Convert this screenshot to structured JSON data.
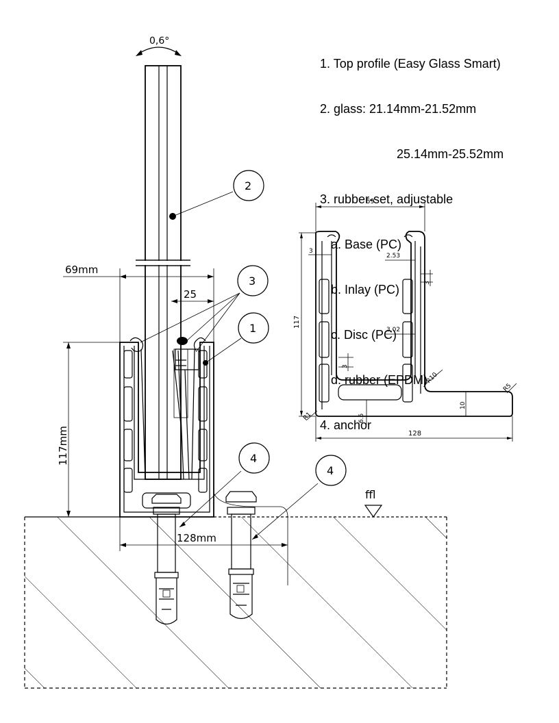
{
  "legend": {
    "items": [
      "1. Top profile (Easy Glass Smart)",
      "2. glass: 21.14mm-21.52mm",
      "25.14mm-25.52mm",
      "3. rubber-set, adjustable",
      "a. Base (PC)",
      "b. Inlay (PC)",
      "c. Disc (PC)",
      "d. rubber (EPDM)",
      "4. anchor"
    ]
  },
  "main_view": {
    "angle_label": "0,6°",
    "dim_width": "69mm",
    "dim_gap": "25",
    "dim_height": "117mm",
    "dim_base": "128mm",
    "floor_label": "ffl",
    "callouts": [
      "2",
      "3",
      "1",
      "4",
      "4"
    ]
  },
  "profile_view": {
    "dim_top": "69",
    "dim_bottom": "128",
    "dim_height": "117",
    "wall_3_left": "3",
    "wall_253": "2.53",
    "wall_3_right": "3",
    "wall_302": "3.02",
    "wall_3_bottom": "3",
    "r10": "R10",
    "r5": "R5",
    "r1": "R1",
    "dim_65": "6.5",
    "dim_10": "10"
  }
}
